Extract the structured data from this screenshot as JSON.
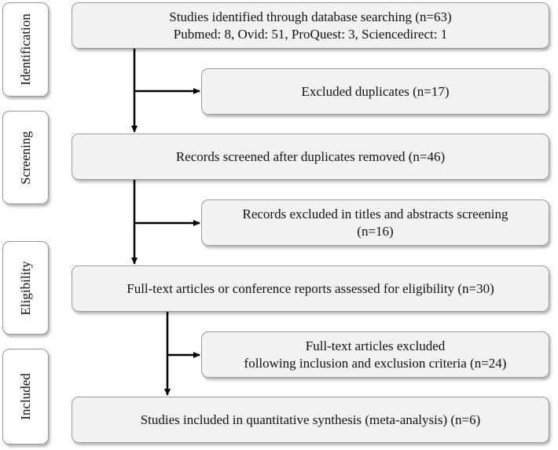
{
  "stages": {
    "identification": "Identification",
    "screening": "Screening",
    "eligibility": "Eligibility",
    "included": "Included"
  },
  "boxes": {
    "identified_line1": "Studies identified through database searching (n=63)",
    "identified_line2": "Pubmed: 8, Ovid: 51, ProQuest: 3, Sciencedirect: 1",
    "excluded_duplicates": "Excluded duplicates (n=17)",
    "screened": "Records screened after duplicates removed (n=46)",
    "excluded_titles_line1": "Records excluded in titles and abstracts screening",
    "excluded_titles_line2": "(n=16)",
    "fulltext_assessed": "Full-text articles or conference reports assessed for eligibility (n=30)",
    "fulltext_excluded_line1": "Full-text articles excluded",
    "fulltext_excluded_line2": "following inclusion and exclusion criteria (n=24)",
    "included": "Studies included in quantitative synthesis (meta-analysis) (n=6)"
  }
}
